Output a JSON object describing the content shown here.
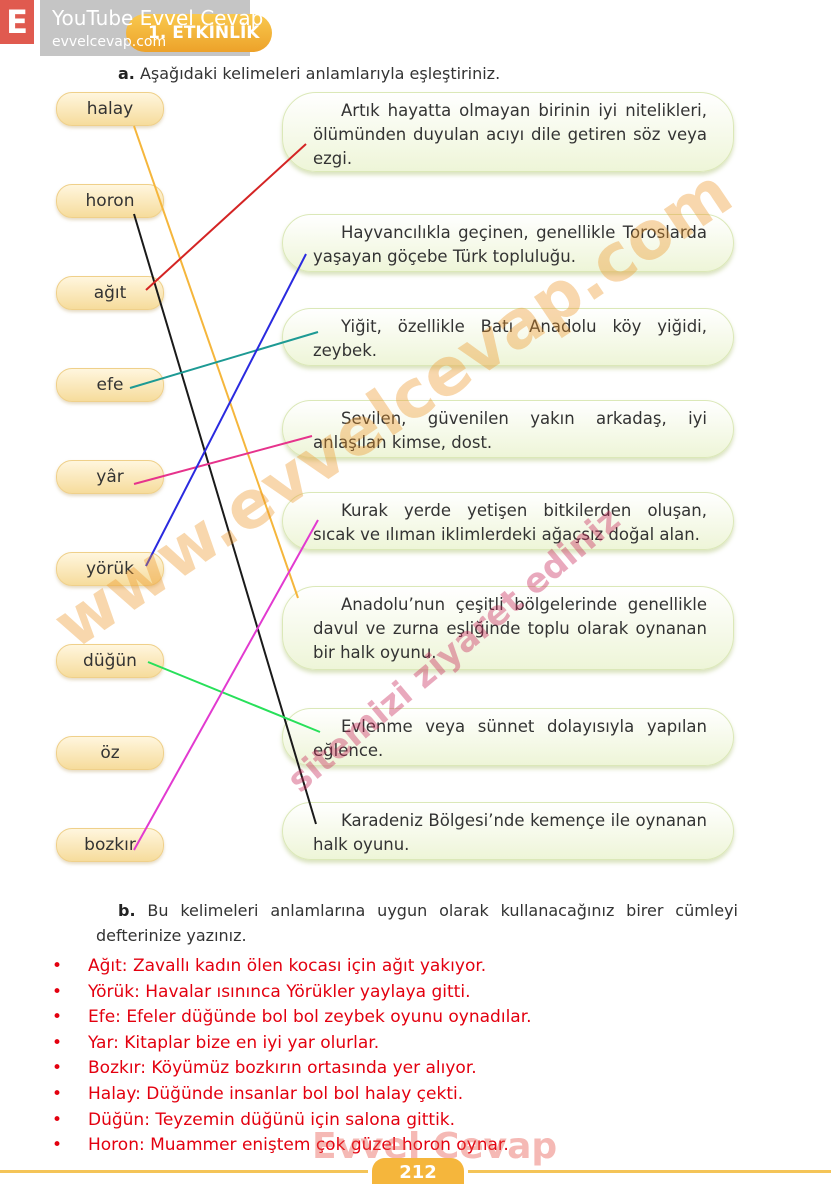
{
  "header": {
    "logo_letter": "E",
    "channel": "YouTube Evvel Cevap",
    "site": "evvelcevap.com",
    "activity": "1. ETKİNLİK"
  },
  "part_a": {
    "label": "a.",
    "instruction": "Aşağıdaki kelimeleri anlamlarıyla eşleştiriniz."
  },
  "words": [
    "halay",
    "horon",
    "ağıt",
    "efe",
    "yâr",
    "yörük",
    "düğün",
    "öz",
    "bozkır"
  ],
  "definitions": [
    "Artık hayatta olmayan birinin iyi nitelikleri, ölümünden duyulan acıyı dile getiren söz veya ezgi.",
    "Hayvancılıkla geçinen, genellikle Toroslarda yaşayan göçebe Türk topluluğu.",
    "Yiğit, özellikle Batı Anadolu köy yiğidi, zeybek.",
    "Sevilen, güvenilen yakın arkadaş, iyi anlaşılan kimse, dost.",
    "Kurak yerde yetişen bitkilerden oluşan, sıcak ve ılıman iklimlerdeki ağaçsız doğal alan.",
    "Anadolu’nun çeşitli bölgelerinde genellikle davul ve zurna eşliğinde toplu olarak oynanan bir halk oyunu.",
    "Evlenme veya sünnet dolayısıyla yapılan eğlence.",
    "Karadeniz Bölgesi’nde kemençe ile oynanan halk oyunu."
  ],
  "matches": [
    {
      "word": "halay",
      "definition": 6,
      "color": "#f5b63c"
    },
    {
      "word": "horon",
      "definition": 8,
      "color": "#1a1a1a"
    },
    {
      "word": "ağıt",
      "definition": 1,
      "color": "#d42424"
    },
    {
      "word": "efe",
      "definition": 3,
      "color": "#1d9a94"
    },
    {
      "word": "yâr",
      "definition": 4,
      "color": "#e6338c"
    },
    {
      "word": "yörük",
      "definition": 2,
      "color": "#2a2adf"
    },
    {
      "word": "düğün",
      "definition": 7,
      "color": "#28e05a"
    },
    {
      "word": "bozkır",
      "definition": 5,
      "color": "#e23ad0"
    }
  ],
  "part_b": {
    "label": "b.",
    "instruction": "Bu kelimeleri anlamlarına uygun olarak kullanacağınız birer cümleyi defterinize yazınız."
  },
  "answers": [
    "Ağıt: Zavallı kadın ölen kocası için ağıt yakıyor.",
    "Yörük: Havalar ısınınca Yörükler yaylaya gitti.",
    "Efe: Efeler düğünde bol bol zeybek oyunu oynadılar.",
    "Yar: Kitaplar bize en iyi yar olurlar.",
    "Bozkır: Köyümüz bozkırın ortasında yer alıyor.",
    "Halay: Düğünde insanlar bol bol halay çekti.",
    "Düğün: Teyzemin düğünü için salona gittik.",
    "Horon: Muammer eniştem çok güzel horon oynar."
  ],
  "bullet": "•",
  "page_number": "212",
  "watermarks": {
    "main": "www.evvelcevap.com",
    "sub": "sitemizi ziyaret ediniz",
    "footer": "Evvel Cevap"
  }
}
